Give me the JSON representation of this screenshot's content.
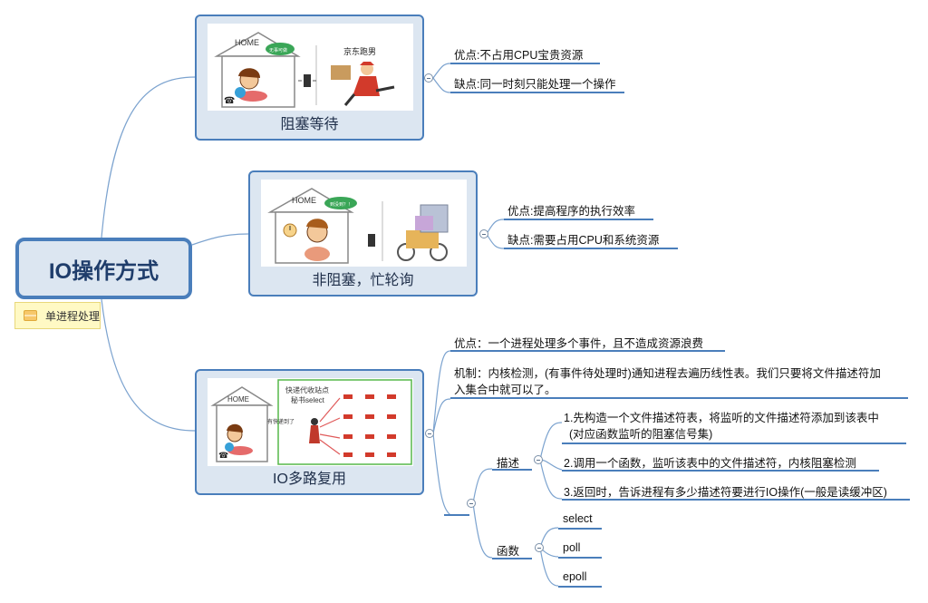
{
  "root": {
    "title": "IO操作方式",
    "note": "单进程处理"
  },
  "branches": [
    {
      "caption": "阻塞等待",
      "illustration": {
        "home": "HOME",
        "bubble": "无事可做",
        "courier": "京东跑男"
      },
      "items": [
        "优点:不占用CPU宝贵资源",
        "缺点:同一时刻只能处理一个操作"
      ]
    },
    {
      "caption": "非阻塞，忙轮询",
      "illustration": {
        "home": "HOME",
        "bubble": "到没到？！"
      },
      "items": [
        "优点:提高程序的执行效率",
        "缺点:需要占用CPU和系统资源"
      ]
    },
    {
      "caption": "IO多路复用",
      "illustration": {
        "home": "HOME",
        "station": "快递代收站点",
        "secretary": "秘书select",
        "arrived": "有快递到了"
      },
      "items": [
        "优点：一个进程处理多个事件，且不造成资源浪费",
        "机制：内核检测，(有事件待处理时)通知进程去遍历线性表。我们只要将文件描述符加",
        "入集合中就可以了。"
      ],
      "describe": {
        "label": "描述",
        "steps": [
          "1.先构造一个文件描述符表，将监听的文件描述符添加到该表中",
          "(对应函数监听的阻塞信号集)",
          "2.调用一个函数，监听该表中的文件描述符，内核阻塞检测",
          "3.返回时，告诉进程有多少描述符要进行IO操作(一般是读缓冲区)"
        ]
      },
      "functions": {
        "label": "函数",
        "names": [
          "select",
          "poll",
          "epoll"
        ]
      }
    }
  ],
  "colors": {
    "accent": "#4a7ebb",
    "fill": "#dce6f1",
    "note": "#fff9c4"
  }
}
